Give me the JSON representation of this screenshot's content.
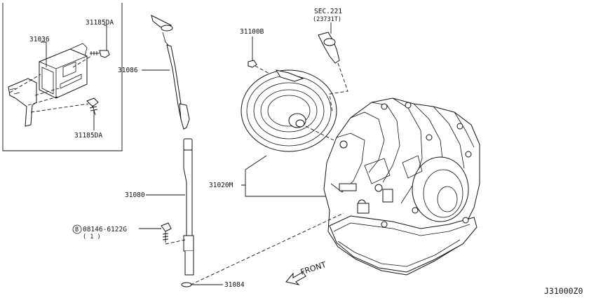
{
  "diagram_code": "J31000Z0",
  "front_label": "FRONT",
  "callouts": {
    "p31185DA_top": "31185DA",
    "p31036": "31036",
    "p31185DA_bottom": "31185DA",
    "p31086": "31086",
    "p31100B": "31100B",
    "sec_line1": "SEC.221",
    "sec_line2": "(23731T)",
    "p31020M": "31020M",
    "p31080": "31080",
    "bolt_symbol": "B",
    "bolt_number": "08146-6122G",
    "bolt_qty": "( 1 )",
    "p31084": "31084"
  }
}
